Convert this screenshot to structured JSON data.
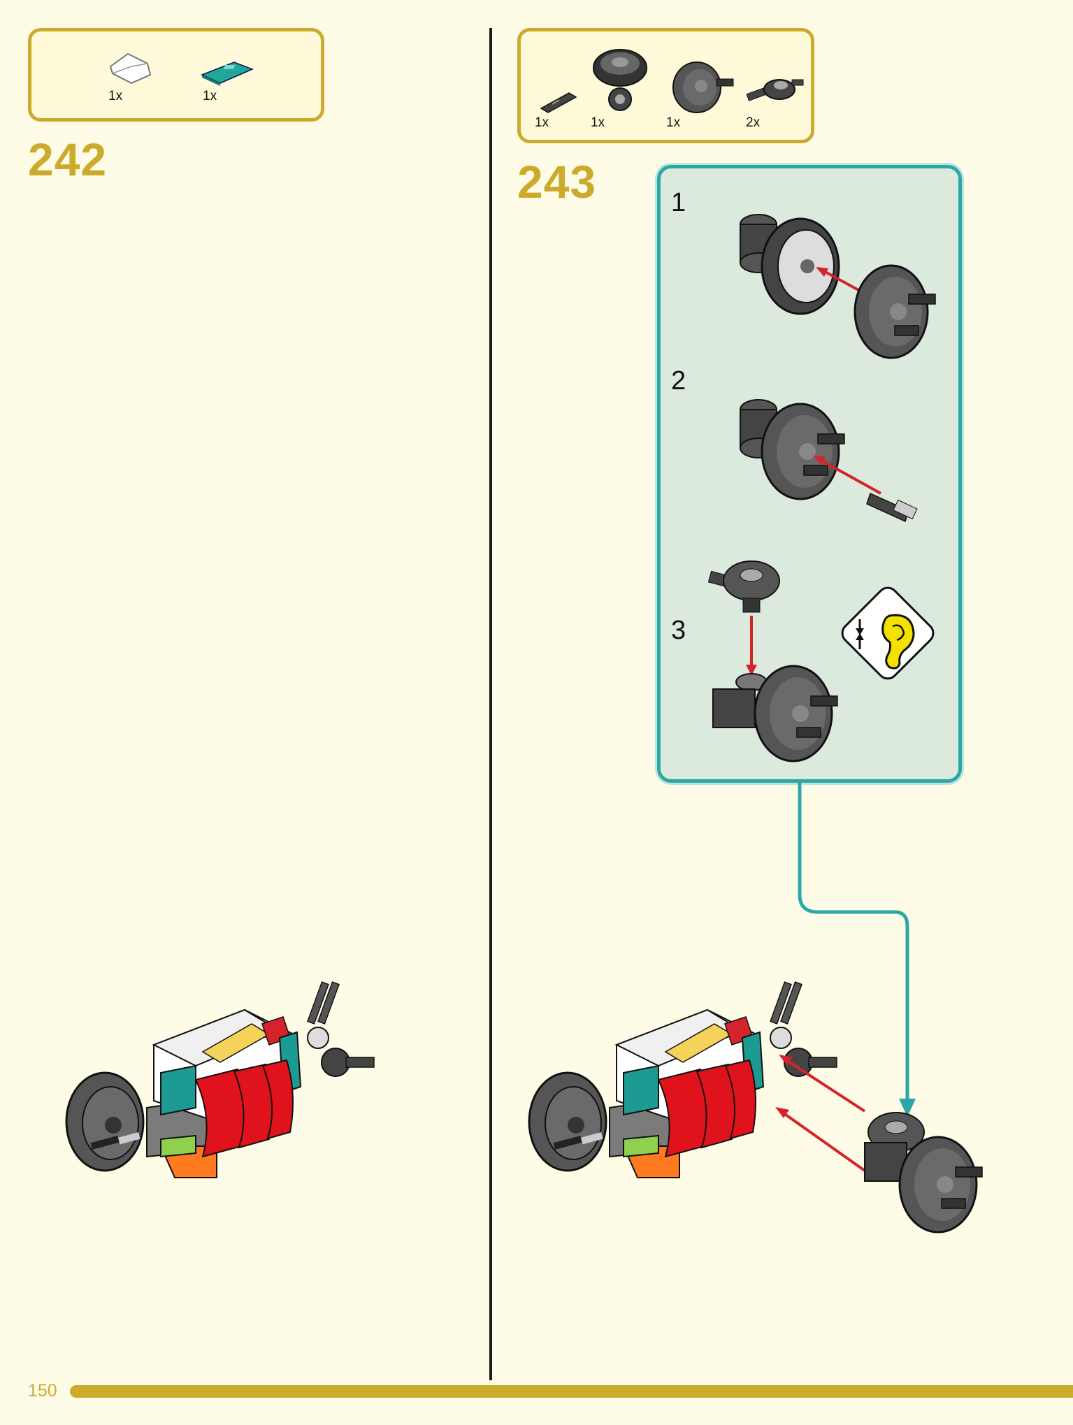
{
  "page": {
    "number": "150"
  },
  "colors": {
    "gold": "#ccab2c",
    "teal": "#2aa8a6",
    "background": "#fefce6",
    "arrow": "#d5232b"
  },
  "step242": {
    "number": "242",
    "parts": [
      {
        "qty": "1x",
        "icon": "white-slope-icon"
      },
      {
        "qty": "1x",
        "icon": "teal-tile-icon"
      }
    ]
  },
  "step243": {
    "number": "243",
    "parts": [
      {
        "qty": "1x",
        "icon": "axle-pin-icon"
      },
      {
        "qty": "1x",
        "icon": "wheel-hub-icon"
      },
      {
        "qty": "1x",
        "icon": "wheel-disc-icon"
      },
      {
        "qty": "2x",
        "icon": "connector-icon"
      }
    ],
    "substeps": [
      {
        "number": "1"
      },
      {
        "number": "2"
      },
      {
        "number": "3"
      }
    ],
    "callout_icon": "click-sound-ear-icon"
  }
}
